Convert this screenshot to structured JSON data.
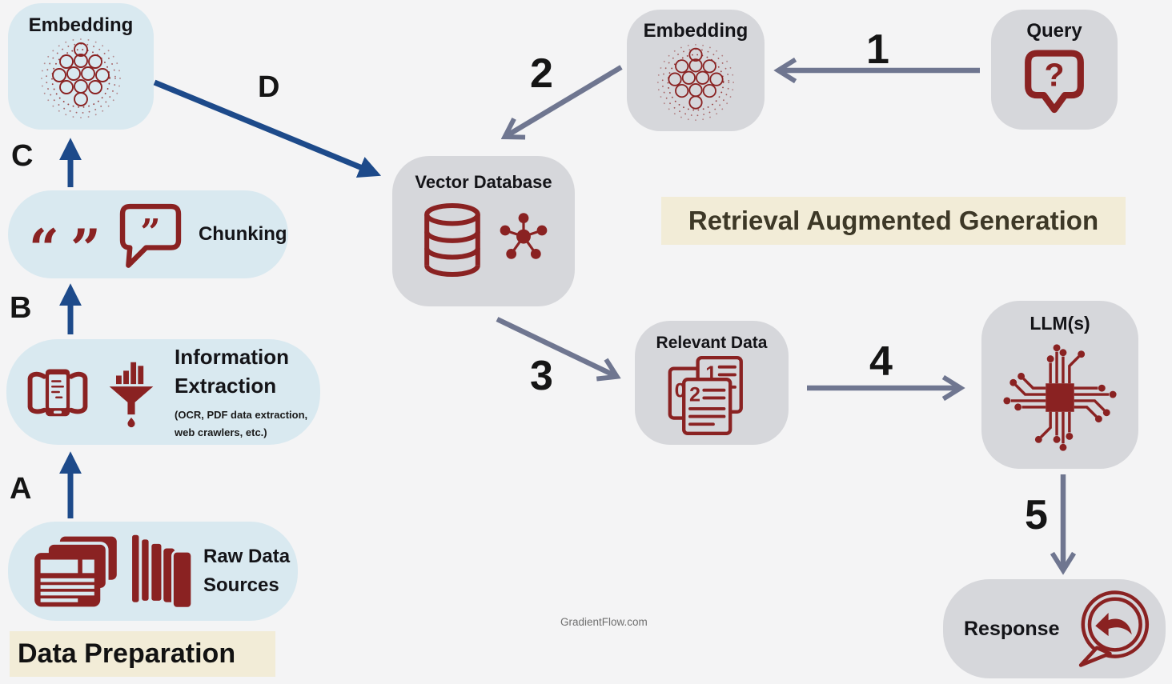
{
  "page": {
    "watermark": "GradientFlow.com"
  },
  "colors": {
    "background": "#f4f4f5",
    "light_blue_node": "#d9e9f0",
    "gray_node": "#d6d7db",
    "icon_red": "#8a2222",
    "navy_arrow": "#1d4a8a",
    "slate_arrow": "#6f7690",
    "heading_bg": "#f2ecd7",
    "heading_text": "#3d3827"
  },
  "headings": {
    "data_preparation": "Data Preparation",
    "rag": "Retrieval Augmented Generation"
  },
  "nodes": {
    "embedding_left": {
      "label": "Embedding"
    },
    "chunking": {
      "label": "Chunking",
      "quote_open": "“",
      "quote_close": "”",
      "bubble_quote": "”"
    },
    "information_extraction": {
      "title_line1": "Information",
      "title_line2": "Extraction",
      "note_line1": "(OCR, PDF data extraction,",
      "note_line2": "web crawlers, etc.)"
    },
    "raw_data_sources": {
      "title_line1": "Raw Data",
      "title_line2": "Sources"
    },
    "embedding_top": {
      "label": "Embedding"
    },
    "query": {
      "label": "Query",
      "icon_glyph": "?"
    },
    "vector_database": {
      "label": "Vector Database"
    },
    "relevant_data": {
      "label": "Relevant Data",
      "doc_numbers": [
        "0",
        "1",
        "2"
      ]
    },
    "llm": {
      "label": "LLM(s)"
    },
    "response": {
      "label": "Response"
    }
  },
  "arrow_labels": {
    "a": "A",
    "b": "B",
    "c": "C",
    "d": "D",
    "step1": "1",
    "step2": "2",
    "step3": "3",
    "step4": "4",
    "step5": "5"
  }
}
